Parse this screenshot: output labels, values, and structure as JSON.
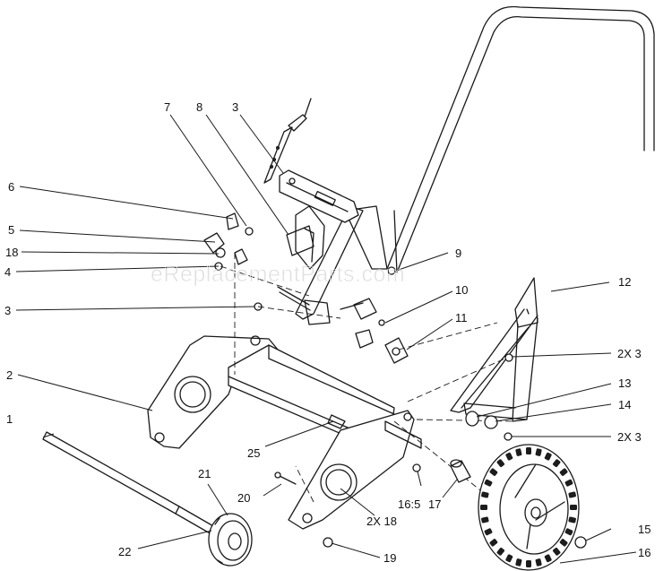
{
  "watermark": "eReplacementParts.com",
  "callouts": {
    "c1": "1",
    "c2": "2",
    "c3a": "3",
    "c3b": "3",
    "c4": "4",
    "c5": "5",
    "c6": "6",
    "c7": "7",
    "c8": "8",
    "c9": "9",
    "c10": "10",
    "c11": "11",
    "c12": "12",
    "c2x3a": "2X 3",
    "c13": "13",
    "c14": "14",
    "c2x3b": "2X 3",
    "c15": "15",
    "c16": "16",
    "c17": "17",
    "c16_5": "16:5",
    "c2x18": "2X 18",
    "c18": "18",
    "c19": "19",
    "c20": "20",
    "c21": "21",
    "c22": "22",
    "c25": "25"
  }
}
